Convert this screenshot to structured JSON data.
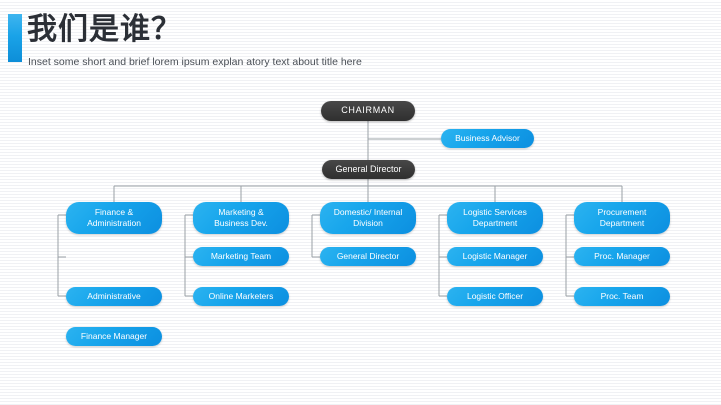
{
  "header": {
    "title": "我们是谁？",
    "subtitle": "Inset some short and brief lorem ipsum explan atory text about title here",
    "accent_color": "#1aa3e8"
  },
  "theme": {
    "dark_node_color": "#3a3a3a",
    "blue_node_color": "#18a6ec",
    "connector_color": "#9aa0a6",
    "background_color": "#fdfdfe",
    "text_color": "#ffffff"
  },
  "chart_data": {
    "type": "diagram",
    "title": "Organizational Chart",
    "nodes": {
      "chairman": "CHAIRMAN",
      "business_advisor": "Business Advisor",
      "general_director": "General Director"
    },
    "columns": [
      {
        "department": "Finance &\nAdministration",
        "children": [
          "Finance Manager",
          "Administrative"
        ]
      },
      {
        "department": "Marketing &\nBusiness Dev.",
        "children": [
          "Marketing Team",
          "Online Marketers"
        ]
      },
      {
        "department": "Domestic/ Internal\nDivision",
        "children": [
          "General Director"
        ]
      },
      {
        "department": "Logistic Services\nDepartment",
        "children": [
          "Logistic Manager",
          "Logistic Officer"
        ]
      },
      {
        "department": "Procurement\nDepartment",
        "children": [
          "Proc. Manager",
          "Proc. Team"
        ]
      }
    ]
  }
}
